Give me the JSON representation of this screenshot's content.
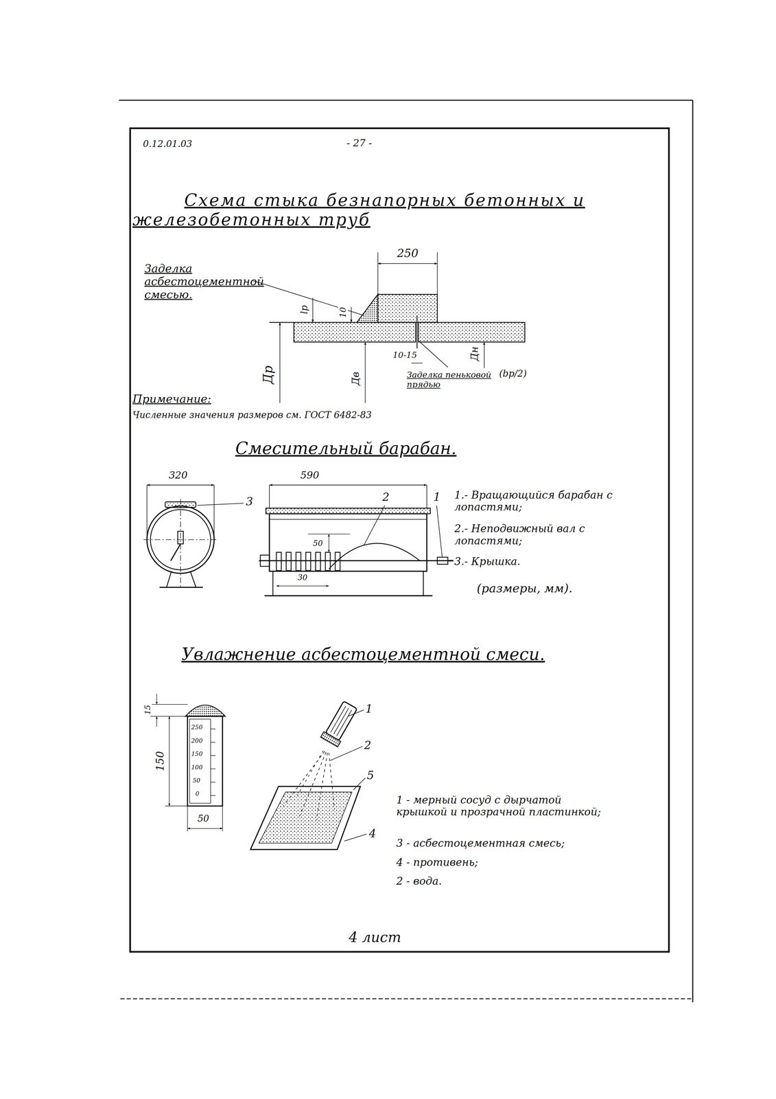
{
  "diagram": {
    "title": "Схема стыка безнапорных бетонных и железобетонных труб",
    "labels": [
      "0.12.01.03",
      "- 27 -",
      "Заделка асбестоцементной смесью.",
      "250",
      "lр",
      "10",
      "Др",
      "Дв",
      "10-15",
      "Дн",
      "Заделка пеньковой прядью",
      "(bр/2)",
      "Примечание:",
      "Численные значения размеров см. ГОСТ 6482-83",
      "Смесительный барабан.",
      "320",
      "3",
      "590",
      "2",
      "1",
      "50",
      "30",
      "1.- Вращающийся барабан с лопастями;",
      "2.- Неподвижный вал с лопастями;",
      "3.- Крышка.",
      "(размеры, мм).",
      "Увлажнение асбестоцементной смеси.",
      "15",
      "150",
      "250",
      "200",
      "150",
      "100",
      "50",
      "0",
      "50",
      "1",
      "2",
      "5",
      "4",
      "1 - мерный сосуд с дырчатой крышкой и прозрачной пластинкой;",
      "3 - асбестоцементная смесь;",
      "4 - противень;",
      "2 - вода.",
      "4 лист"
    ]
  }
}
